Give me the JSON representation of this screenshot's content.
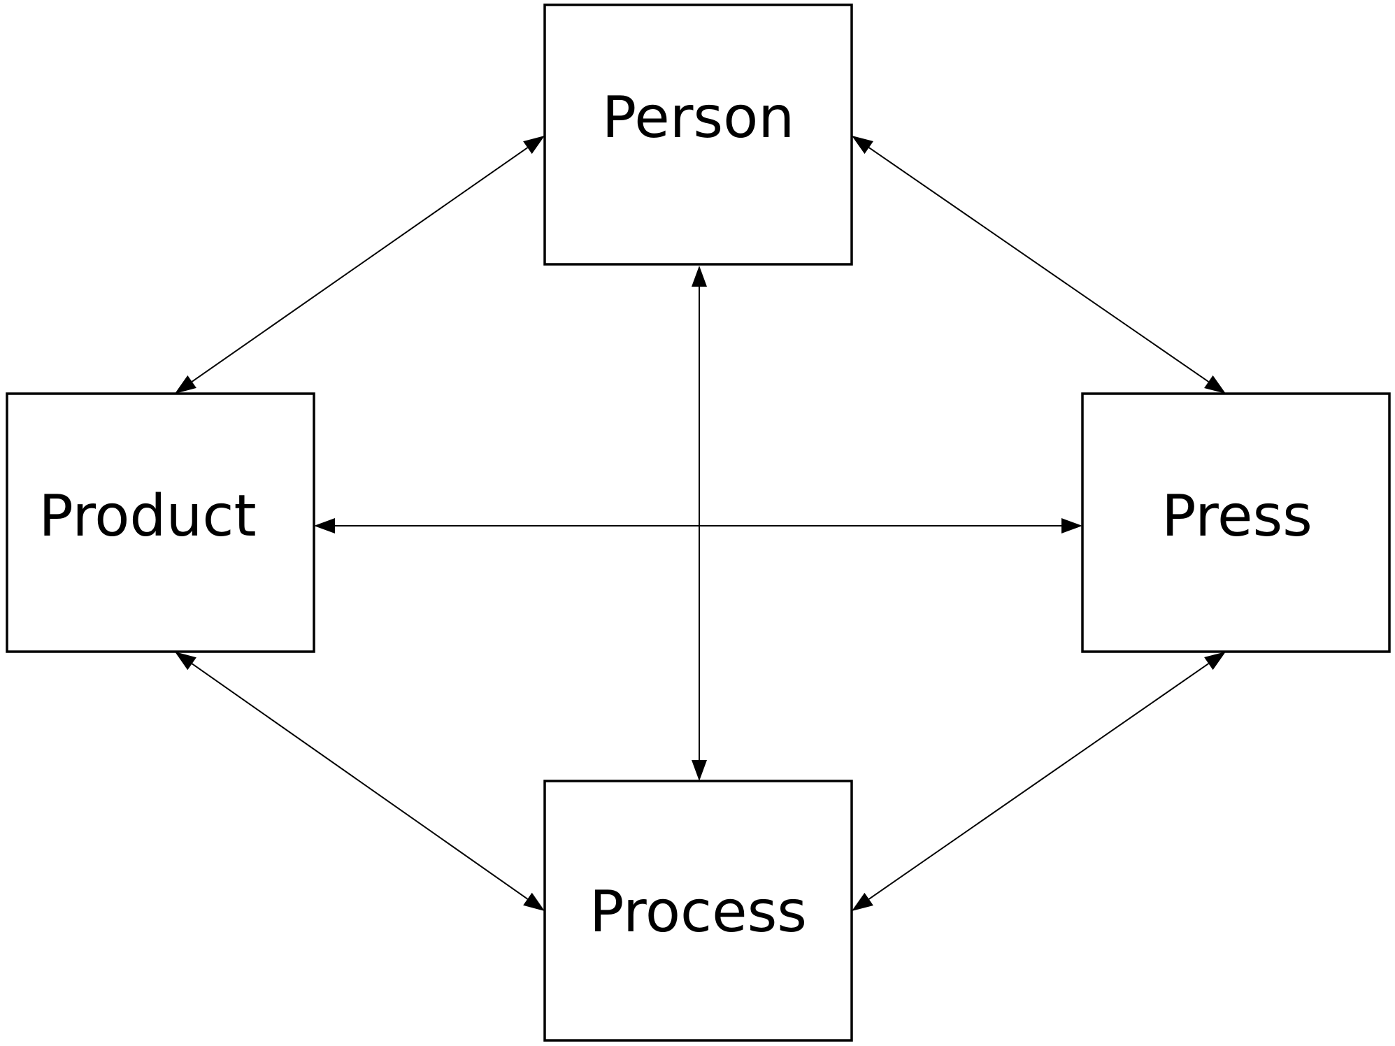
{
  "diagram": {
    "type": "graph",
    "nodes": [
      {
        "id": "person",
        "label": "Person"
      },
      {
        "id": "product",
        "label": "Product"
      },
      {
        "id": "press",
        "label": "Press"
      },
      {
        "id": "process",
        "label": "Process"
      }
    ],
    "edges": [
      {
        "from": "product",
        "to": "person",
        "direction": "both"
      },
      {
        "from": "person",
        "to": "press",
        "direction": "both"
      },
      {
        "from": "person",
        "to": "process",
        "direction": "both"
      },
      {
        "from": "product",
        "to": "press",
        "direction": "both"
      },
      {
        "from": "product",
        "to": "process",
        "direction": "both"
      },
      {
        "from": "press",
        "to": "process",
        "direction": "both"
      }
    ],
    "colors": {
      "stroke": "#000000",
      "background": "#ffffff",
      "text": "#000000"
    }
  }
}
